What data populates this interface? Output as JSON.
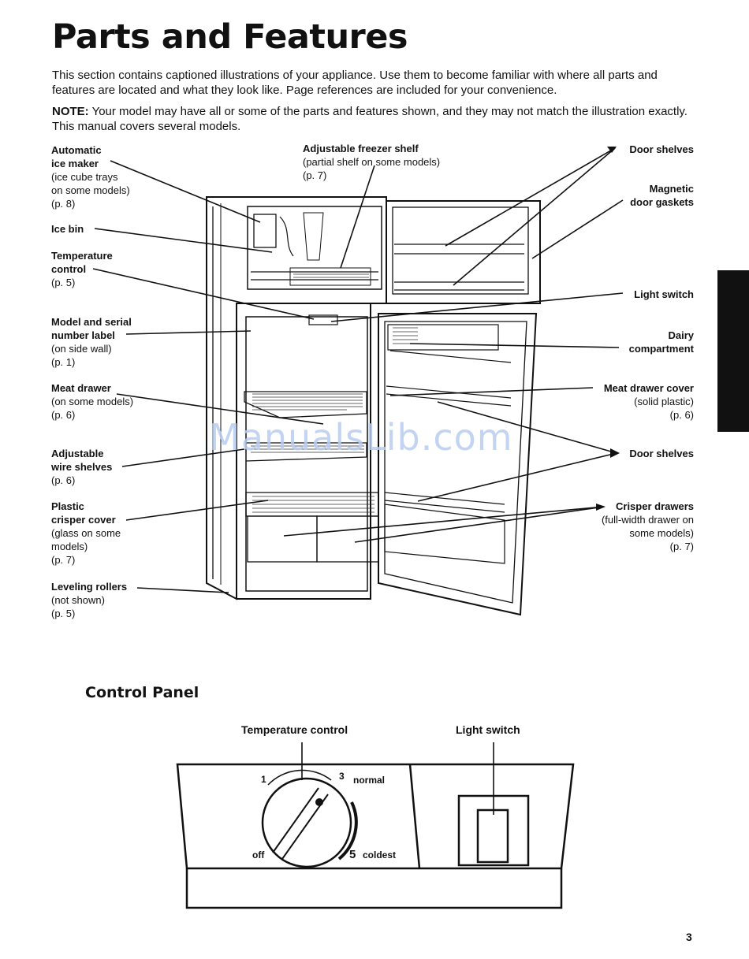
{
  "title": "Parts and Features",
  "intro": "This section contains captioned illustrations of your appliance. Use them to become familiar with where all parts and features are located and what they look like. Page references are included for your convenience.",
  "note_label": "NOTE:",
  "note_text": " Your model may have all or some of the parts and features shown, and they may not match the illustration exactly. This manual covers several models.",
  "labels": {
    "automatic": {
      "h1": "Automatic",
      "h2": "ice maker",
      "s1": "(ice cube trays",
      "s2": "on some models)",
      "s3": "(p. 8)"
    },
    "ice_bin": {
      "h1": "Ice bin"
    },
    "temp_control": {
      "h1": "Temperature",
      "h2": "control",
      "s1": "(p. 5)"
    },
    "model_serial": {
      "h1": "Model and serial",
      "h2": "number label",
      "s1": "(on side wall)",
      "s2": "(p. 1)"
    },
    "meat_drawer": {
      "h1": "Meat drawer",
      "s1": "(on some models)",
      "s2": "(p. 6)"
    },
    "wire_shelves": {
      "h1": "Adjustable",
      "h2": "wire shelves",
      "s1": "(p. 6)"
    },
    "crisper_cover": {
      "h1": "Plastic",
      "h2": "crisper cover",
      "s1": "(glass on some",
      "s2": "models)",
      "s3": "(p. 7)"
    },
    "leveling": {
      "h1": "Leveling rollers",
      "s1": "(not shown)",
      "s2": "(p. 5)"
    },
    "freezer_shelf": {
      "h1": "Adjustable freezer shelf",
      "s1": "(partial shelf on some models)",
      "s2": "(p. 7)"
    },
    "door_shelves_top": {
      "h1": "Door shelves"
    },
    "magnetic": {
      "h1": "Magnetic",
      "h2": "door gaskets"
    },
    "light_switch": {
      "h1": "Light switch"
    },
    "dairy": {
      "h1": "Dairy",
      "h2": "compartment"
    },
    "meat_cover": {
      "h1": "Meat drawer cover",
      "s1": "(solid plastic)",
      "s2": "(p. 6)"
    },
    "door_shelves_bottom": {
      "h1": "Door shelves"
    },
    "crisper_drawers": {
      "h1": "Crisper drawers",
      "s1": "(full-width drawer on",
      "s2": "some models)",
      "s3": "(p. 7)"
    }
  },
  "watermark": "ManualsLib.com",
  "control_panel": {
    "heading": "Control Panel",
    "temp_label": "Temperature control",
    "light_label": "Light switch",
    "dial": {
      "n1": "1",
      "n3": "3",
      "normal": "normal",
      "off": "off",
      "n5": "5",
      "coldest": "coldest"
    }
  },
  "page_number": "3"
}
